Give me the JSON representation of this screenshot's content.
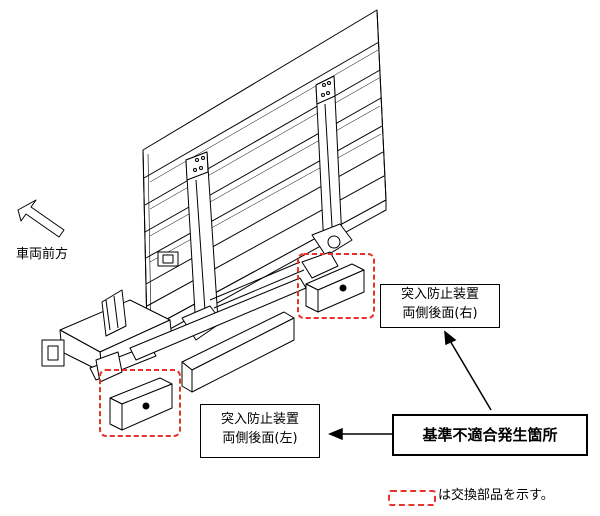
{
  "direction_label": "車両前方",
  "callout_right": {
    "line1": "突入防止装置",
    "line2": "両側後面(右)"
  },
  "callout_left": {
    "line1": "突入防止装置",
    "line2": "両側後面(左)"
  },
  "nonconformity_label": "基準不適合発生箇所",
  "legend_text": "は交換部品を示す。",
  "colors": {
    "highlight": "#e8332c",
    "line": "#000000"
  }
}
